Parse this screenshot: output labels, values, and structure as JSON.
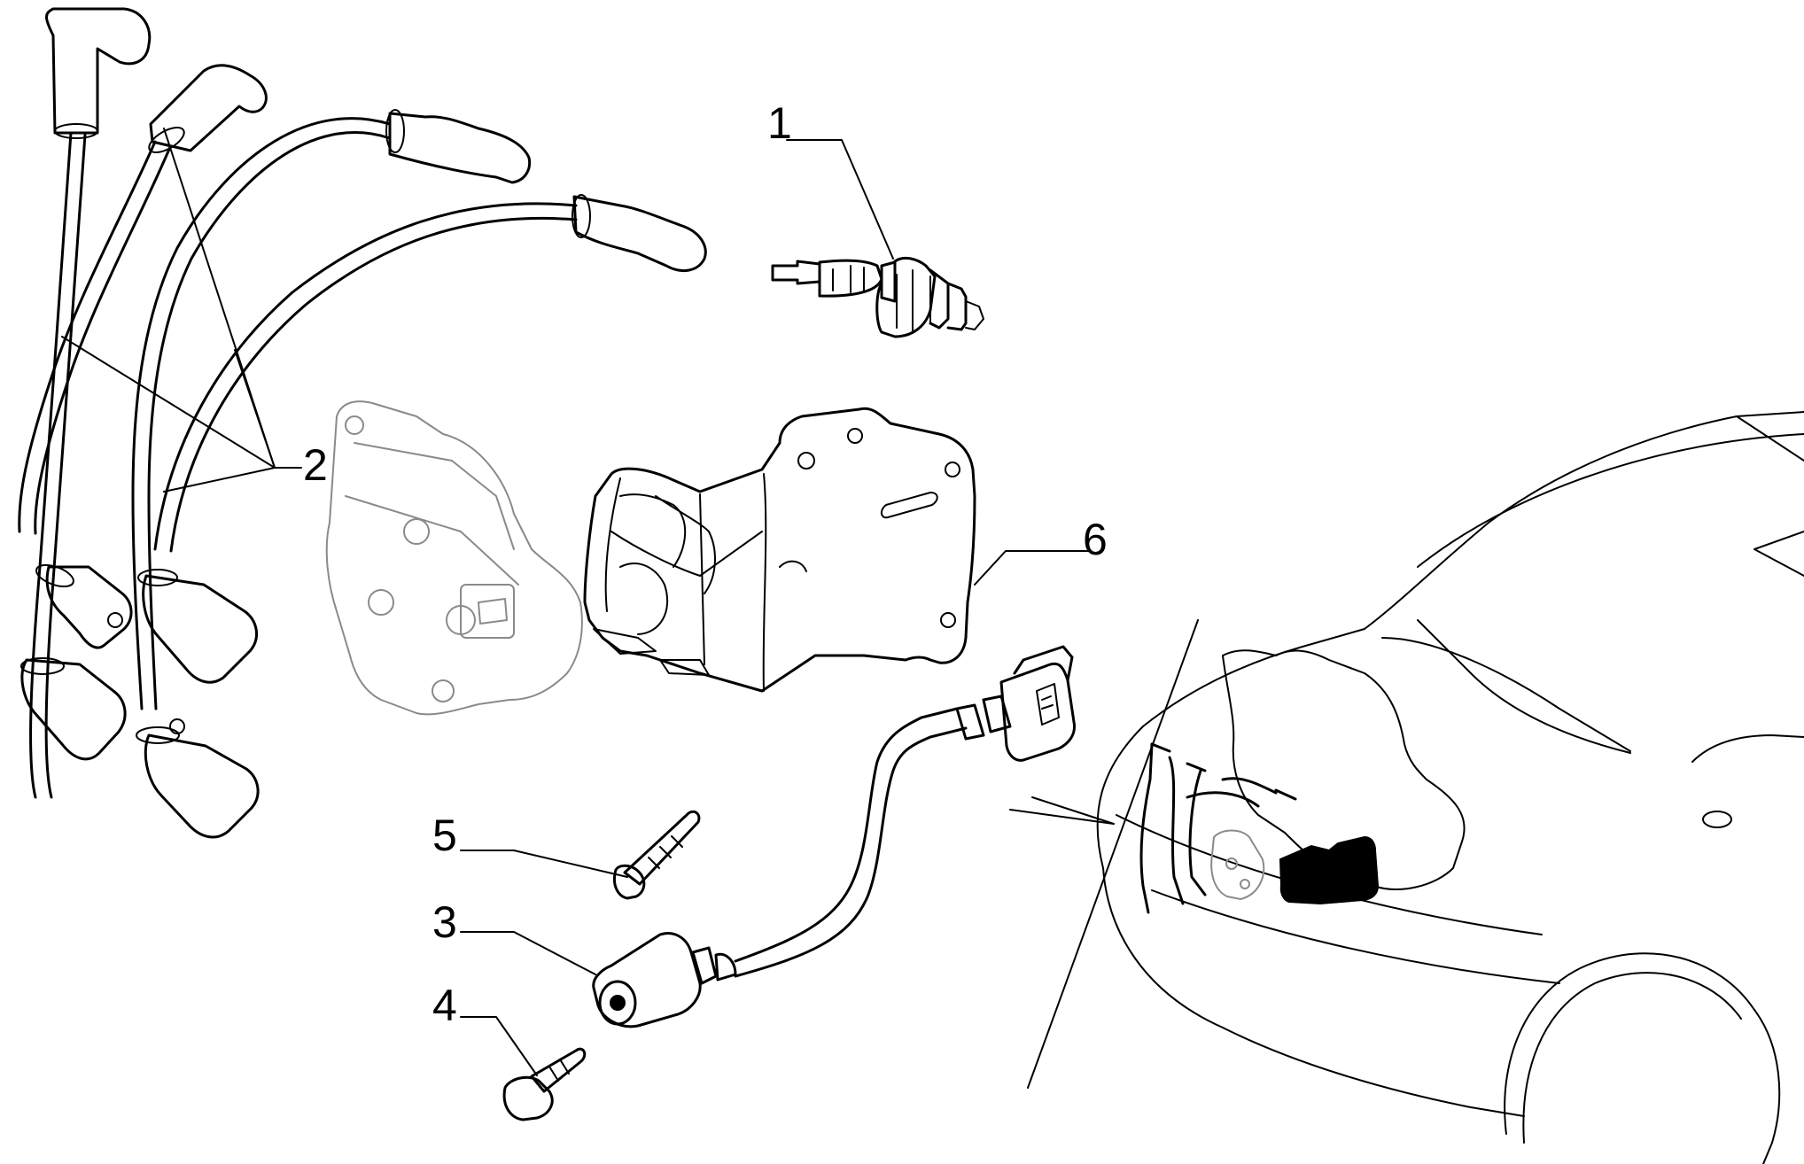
{
  "callouts": [
    {
      "id": "1",
      "text": "1"
    },
    {
      "id": "2",
      "text": "2"
    },
    {
      "id": "3",
      "text": "3"
    },
    {
      "id": "4",
      "text": "4"
    },
    {
      "id": "5",
      "text": "5"
    },
    {
      "id": "6",
      "text": "6"
    }
  ],
  "colors": {
    "ink": "#000000",
    "background": "#ffffff",
    "ghost_part": "#8a8a8a"
  }
}
